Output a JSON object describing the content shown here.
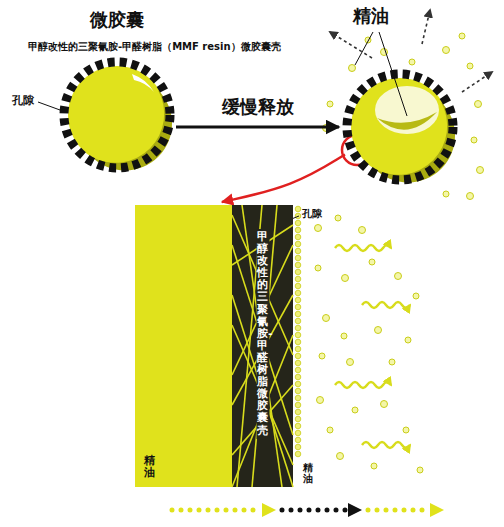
{
  "diagram": {
    "nodes": [
      {
        "text": [
          "微胶囊"
        ]
      },
      {
        "text": [
          "精油"
        ]
      },
      {
        "text": [
          "精油"
        ]
      },
      {
        "text": [
          "甲醇改性的三聚氰胺-甲醛树脂微胶囊壳"
        ]
      }
    ],
    "edges": [
      {
        "from": 0,
        "to": 1,
        "label": "缓慢释放",
        "arrow": "to"
      },
      {
        "from": 1,
        "to": 2,
        "arrow": "to"
      }
    ],
    "labels": [
      "甲醇改性的三聚氰胺-甲醛树脂（MMF resin）微胶囊壳",
      "孔隙",
      "孔隙",
      "精油"
    ]
  }
}
